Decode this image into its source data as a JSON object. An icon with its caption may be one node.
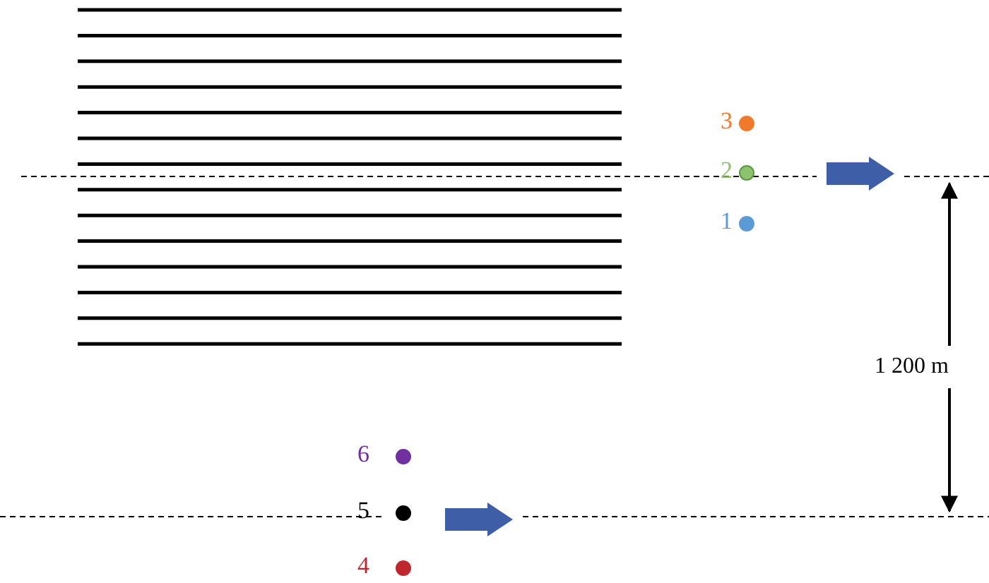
{
  "diagram": {
    "nodes": [
      {
        "text": [],
        "shape": "circle",
        "beside": [
          "3"
        ]
      },
      {
        "text": [],
        "shape": "circle",
        "beside": [
          "2"
        ]
      },
      {
        "text": [],
        "shape": "circle",
        "beside": [
          "1"
        ]
      },
      {
        "text": [],
        "shape": "circle",
        "beside": [
          "6"
        ]
      },
      {
        "text": [],
        "shape": "circle",
        "beside": [
          "5"
        ]
      },
      {
        "text": [],
        "shape": "circle",
        "beside": [
          "4"
        ]
      }
    ],
    "labels": [
      "1 200 m"
    ]
  }
}
